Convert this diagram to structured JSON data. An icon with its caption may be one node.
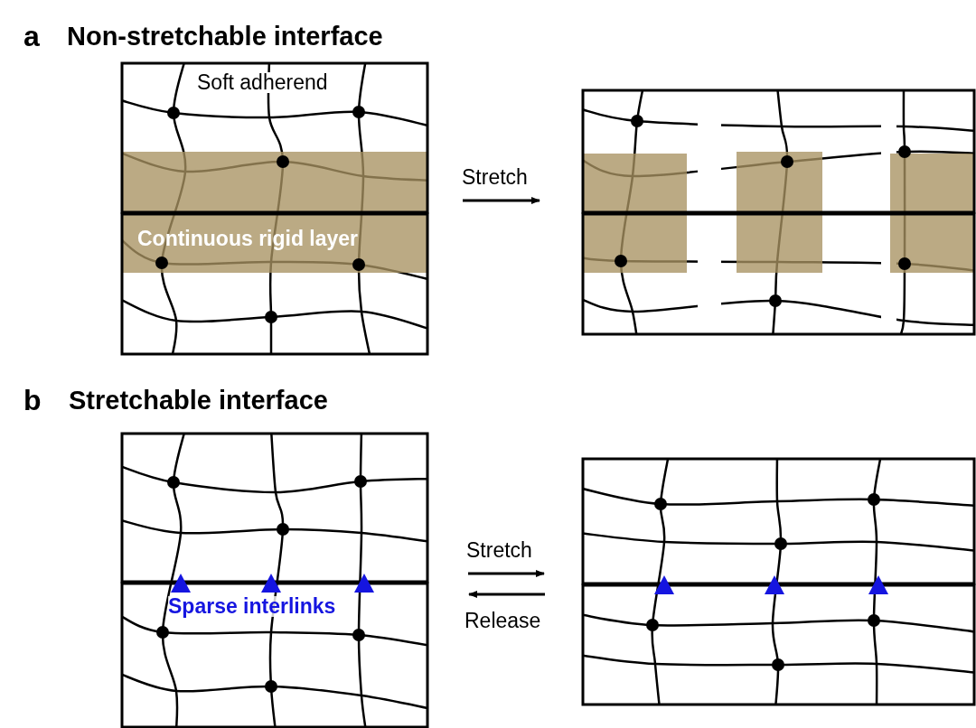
{
  "diagram": {
    "labels": [
      "a",
      "Non-stretchable interface",
      "Soft adherend",
      "Continuous rigid layer",
      "Stretch",
      "b",
      "Stretchable interface",
      "Sparse interlinks",
      "Stretch",
      "Release"
    ]
  }
}
